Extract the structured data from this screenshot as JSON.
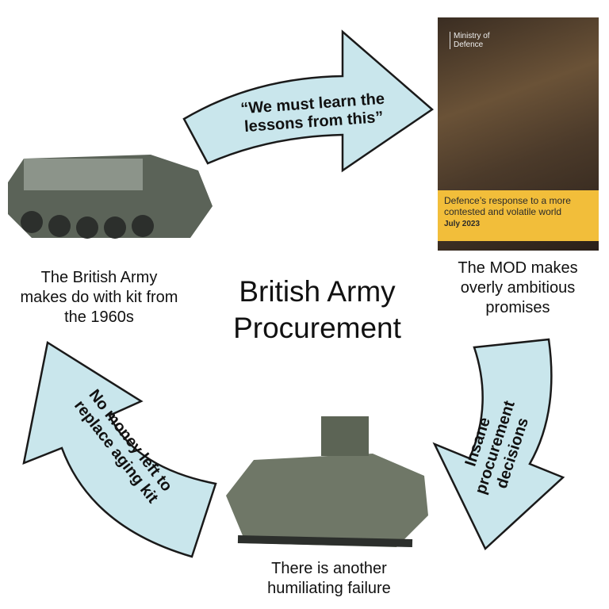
{
  "title": "British Army Procurement",
  "steps": [
    {
      "label": "The British Army makes do with kit from the 1960s"
    },
    {
      "label": "The MOD makes overly ambitious promises"
    },
    {
      "label": "There is another humiliating failure"
    }
  ],
  "arrows": [
    {
      "text": "“We must learn the lessons from this”"
    },
    {
      "text": "Insane procurement decisions"
    },
    {
      "text": "No money left to replace aging kit"
    }
  ],
  "cover": {
    "org": "Ministry of Defence",
    "heading": "Defence’s response to a more contested and volatile world",
    "date": "July 2023"
  },
  "colors": {
    "arrow_fill": "#c9e6ec",
    "arrow_stroke": "#1a1a1a",
    "cover_band": "#f2be3a"
  }
}
